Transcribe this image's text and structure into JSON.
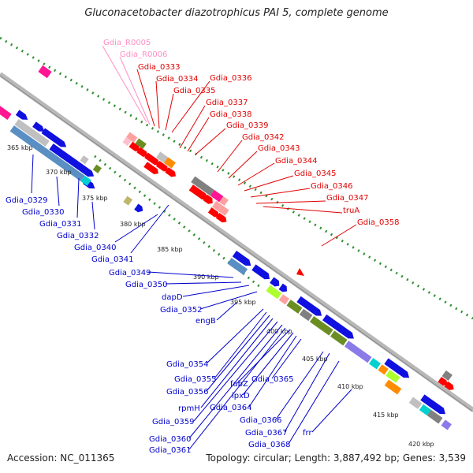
{
  "title": "Gluconacetobacter diazotrophicus PAI 5, complete genome",
  "footer": {
    "accession": "Accession: NC_011365",
    "summary": "Topology: circular; Length: 3,887,492 bp; Genes: 3,539"
  },
  "colors": {
    "backbone": "#a5a5a5",
    "forward_label": "#e00000",
    "rna_label": "#ff8fc4",
    "reverse_label": "#0000cc",
    "tick_dot": "#2f8f2f",
    "cds_forward": "#ff0000",
    "cds_reverse": "#1010e0"
  },
  "scale_labels": [
    "365 kbp",
    "370 kbp",
    "375 kbp",
    "380 kbp",
    "385 kbp",
    "390 kbp",
    "395 kbp",
    "400 kbp",
    "405 kbp",
    "410 kbp",
    "415 kbp",
    "420 kbp"
  ],
  "forward_labels": [
    "Gdia_R0005",
    "Gdia_R0006",
    "Gdia_0333",
    "Gdia_0334",
    "Gdia_0335",
    "Gdia_0336",
    "Gdia_0337",
    "Gdia_0338",
    "Gdia_0339",
    "Gdia_0342",
    "Gdia_0343",
    "Gdia_0344",
    "Gdia_0345",
    "Gdia_0346",
    "Gdia_0347",
    "truA",
    "Gdia_0358"
  ],
  "reverse_labels": [
    "Gdia_0329",
    "Gdia_0330",
    "Gdia_0331",
    "Gdia_0332",
    "Gdia_0340",
    "Gdia_0341",
    "Gdia_0349",
    "Gdia_0350",
    "dapD",
    "Gdia_0352",
    "engB",
    "Gdia_0354",
    "Gdia_0355",
    "Gdia_0356",
    "rpmH",
    "Gdia_0359",
    "Gdia_0360",
    "Gdia_0361",
    "fabZ",
    "lpxD",
    "Gdia_0364",
    "Gdia_0365",
    "Gdia_0366",
    "Gdia_0367",
    "Gdia_0368",
    "frr"
  ]
}
